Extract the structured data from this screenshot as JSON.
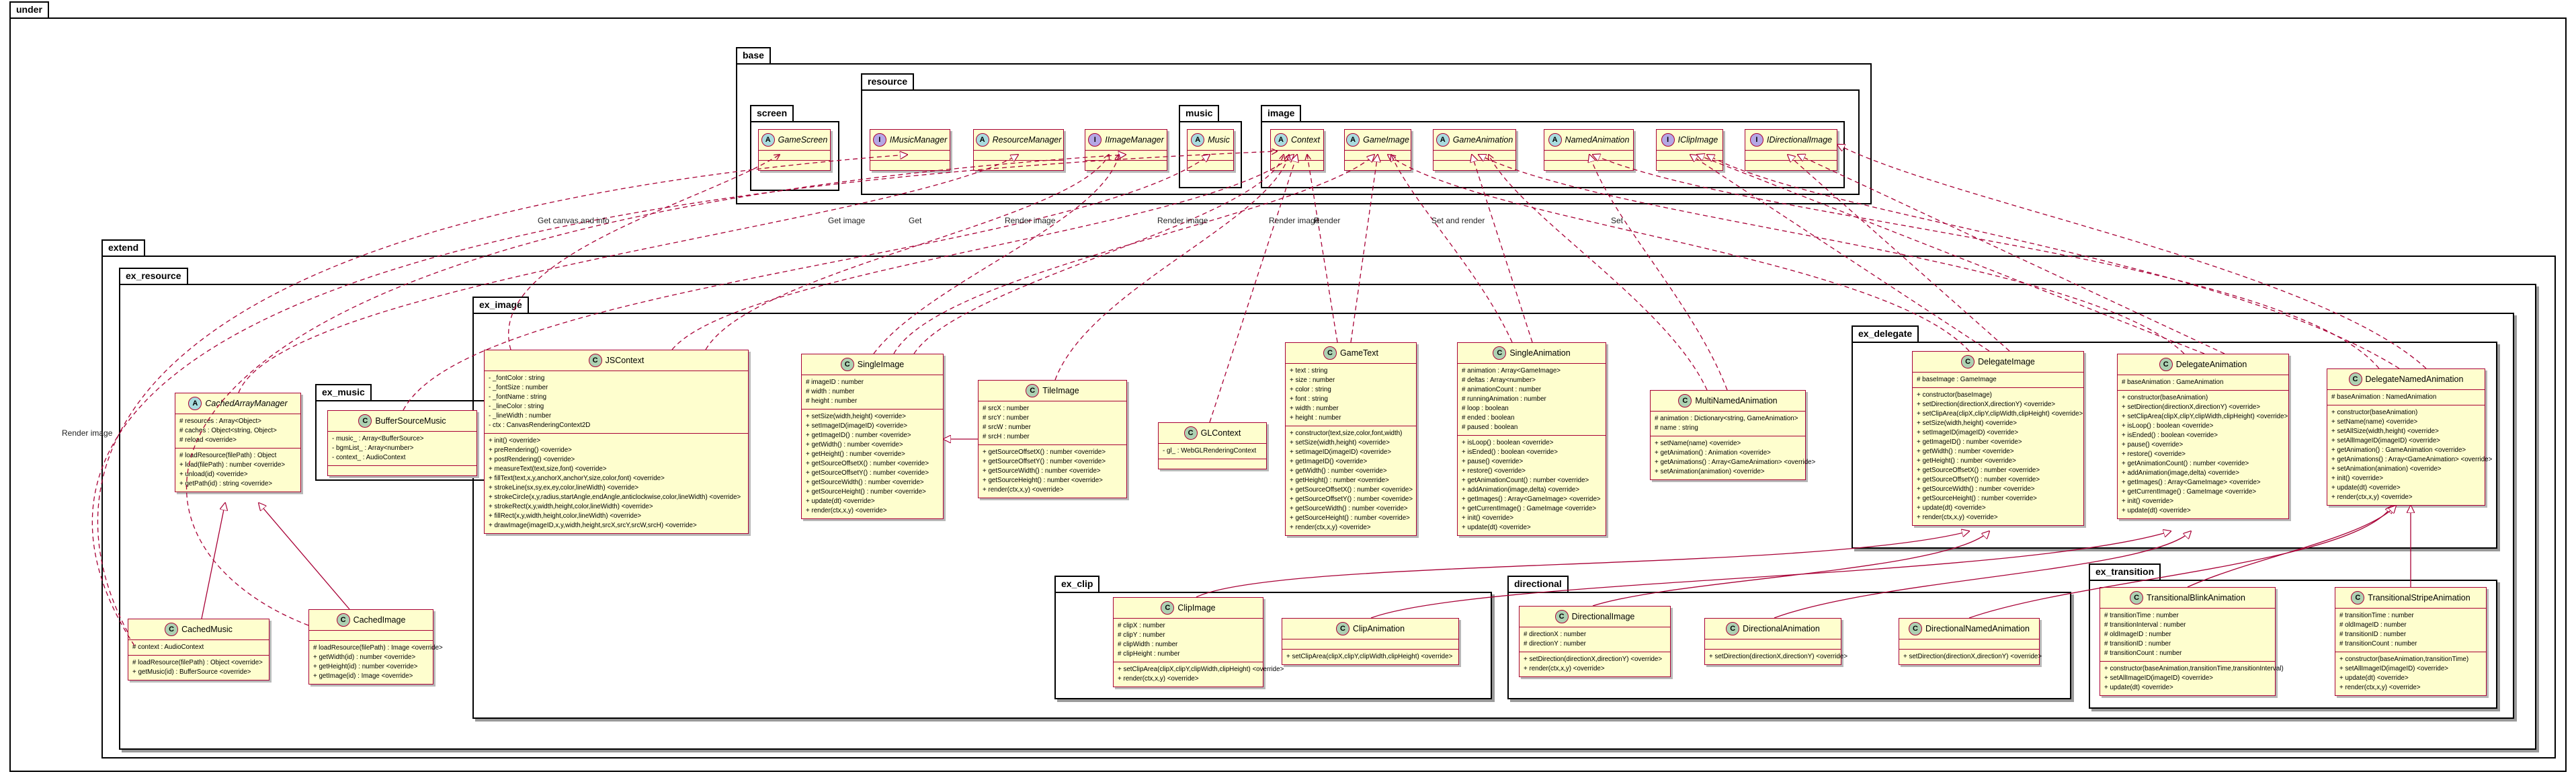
{
  "packages": {
    "under": "under",
    "base": "base",
    "screen": "screen",
    "resource": "resource",
    "music": "music",
    "image": "image",
    "extend": "extend",
    "ex_resource": "ex_resource",
    "ex_music": "ex_music",
    "ex_image": "ex_image",
    "ex_delegate": "ex_delegate",
    "ex_clip": "ex_clip",
    "directional": "directional",
    "ex_transition": "ex_transition"
  },
  "relation_labels": {
    "get_canvas": "Get canvas and info",
    "get_image": "Get image",
    "render_image_1": "Render image",
    "render_image_2": "Render image",
    "render_image_3": "Render image",
    "render": "Render",
    "set_and_render": "Set and render",
    "set": "Set",
    "get": "Get"
  },
  "classes": {
    "GameScreen": {
      "stereotype": "A",
      "name": "GameScreen",
      "italic": true
    },
    "IMusicManager": {
      "stereotype": "I",
      "name": "IMusicManager",
      "italic": true
    },
    "ResourceManager": {
      "stereotype": "A",
      "name": "ResourceManager",
      "italic": true
    },
    "IImageManager": {
      "stereotype": "I",
      "name": "IImageManager",
      "italic": true
    },
    "Music": {
      "stereotype": "A",
      "name": "Music",
      "italic": true
    },
    "Context": {
      "stereotype": "A",
      "name": "Context",
      "italic": true
    },
    "GameImage": {
      "stereotype": "A",
      "name": "GameImage",
      "italic": true
    },
    "GameAnimation": {
      "stereotype": "A",
      "name": "GameAnimation",
      "italic": true
    },
    "NamedAnimation": {
      "stereotype": "A",
      "name": "NamedAnimation",
      "italic": true
    },
    "IClipImage": {
      "stereotype": "I",
      "name": "IClipImage",
      "italic": true
    },
    "IDirectionalImage": {
      "stereotype": "I",
      "name": "IDirectionalImage",
      "italic": true
    },
    "CachedArrayManager": {
      "stereotype": "A",
      "name": "CachedArrayManager",
      "italic": true,
      "fields": [
        "# resources : Array<Object>",
        "# caches : Object<string, Object>",
        "# reload <override>"
      ],
      "methods": [
        "# loadResource(filePath) : Object",
        "+ load(filePath) : number <override>",
        "+ unload(id) <override>",
        "+ getPath(id) : string <override>"
      ]
    },
    "BufferSourceMusic": {
      "stereotype": "C",
      "name": "BufferSourceMusic",
      "italic": false,
      "fields": [
        "- music_ : Array<BufferSource>",
        "- bgmList_ : Array<number>",
        "- context_ : AudioContext"
      ],
      "methods": []
    },
    "CachedMusic": {
      "stereotype": "C",
      "name": "CachedMusic",
      "italic": false,
      "fields": [
        "# context : AudioContext"
      ],
      "methods": [
        "# loadResource(filePath) : Object <override>",
        "+ getMusic(id) : BufferSource <override>"
      ]
    },
    "CachedImage": {
      "stereotype": "C",
      "name": "CachedImage",
      "italic": false,
      "fields": [],
      "methods": [
        "# loadResource(filePath) : Image <override>",
        "+ getWidth(id) : number <override>",
        "+ getHeight(id) : number <override>",
        "+ getImage(id) : Image <override>"
      ]
    },
    "JSContext": {
      "stereotype": "C",
      "name": "JSContext",
      "italic": false,
      "fields": [
        "- _fontColor : string",
        "- _fontSize : number",
        "- _fontName : string",
        "- _lineColor : string",
        "- _lineWidth : number",
        "- ctx : CanvasRenderingContext2D"
      ],
      "methods": [
        "+ init() <override>",
        "+ preRendering() <override>",
        "+ postRendering() <override>",
        "+ measureText(text,size,font) <override>",
        "+ fillText(text,x,y,anchorX,anchorY,size,color,font) <override>",
        "+ strokeLine(sx,sy,ex,ey,color,lineWidth) <override>",
        "+ strokeCircle(x,y,radius,startAngle,endAngle,anticlockwise,color,lineWidth) <override>",
        "+ strokeRect(x,y,width,height,color,lineWidth) <override>",
        "+ fillRect(x,y,width,height,color,lineWidth) <override>",
        "+ drawImage(imageID,x,y,width,height,srcX,srcY,srcW,srcH) <override>"
      ]
    },
    "SingleImage": {
      "stereotype": "C",
      "name": "SingleImage",
      "italic": false,
      "fields": [
        "# imageID : number",
        "# width : number",
        "# height : number"
      ],
      "methods": [
        "+ setSize(width,height) <override>",
        "+ setImageID(imageID) <override>",
        "+ getImageID() : number <override>",
        "+ getWidth() : number <override>",
        "+ getHeight() : number <override>",
        "+ getSourceOffsetX() : number <override>",
        "+ getSourceOffsetY() : number <override>",
        "+ getSourceWidth() : number <override>",
        "+ getSourceHeight() : number <override>",
        "+ update(dt) <override>",
        "+ render(ctx,x,y) <override>"
      ]
    },
    "TileImage": {
      "stereotype": "C",
      "name": "TileImage",
      "italic": false,
      "fields": [
        "# srcX : number",
        "# srcY : number",
        "# srcW : number",
        "# srcH : number"
      ],
      "methods": [
        "+ getSourceOffsetX() : number <override>",
        "+ getSourceOffsetY() : number <override>",
        "+ getSourceWidth() : number <override>",
        "+ getSourceHeight() : number <override>",
        "+ render(ctx,x,y) <override>"
      ]
    },
    "GLContext": {
      "stereotype": "C",
      "name": "GLContext",
      "italic": false,
      "fields": [
        "- gl_ : WebGLRenderingContext"
      ],
      "methods": []
    },
    "GameText": {
      "stereotype": "C",
      "name": "GameText",
      "italic": false,
      "fields": [
        "+ text : string",
        "+ size : number",
        "+ color : string",
        "+ font : string",
        "+ width : number",
        "+ height : number"
      ],
      "methods": [
        "+ constructor(text,size,color,font,width)",
        "+ setSize(width,height) <override>",
        "+ setImageID(imageID) <override>",
        "+ getImageID() <override>",
        "+ getWidth() : number <override>",
        "+ getHeight() : number <override>",
        "+ getSourceOffsetX() : number <override>",
        "+ getSourceOffsetY() : number <override>",
        "+ getSourceWidth() : number <override>",
        "+ getSourceHeight() : number <override>",
        "+ render(ctx,x,y) <override>"
      ]
    },
    "SingleAnimation": {
      "stereotype": "C",
      "name": "SingleAnimation",
      "italic": false,
      "fields": [
        "# animation : Array<GameImage>",
        "# deltas : Array<number>",
        "# animationCount : number",
        "# runningAnimation : number",
        "# loop : boolean",
        "# ended : boolean",
        "# paused : boolean"
      ],
      "methods": [
        "+ isLoop() : boolean <override>",
        "+ isEnded() : boolean <override>",
        "+ pause() <override>",
        "+ restore() <override>",
        "+ getAnimationCount() : number <override>",
        "+ addAnimation(image,delta) <override>",
        "+ getImages() : Array<GameImage> <override>",
        "+ getCurrentImage() : GameImage <override>",
        "+ init() <override>",
        "+ update(dt) <override>"
      ]
    },
    "MultiNamedAnimation": {
      "stereotype": "C",
      "name": "MultiNamedAnimation",
      "italic": false,
      "fields": [
        "# animation : Dictionary<string, GameAnimation>",
        "# name : string"
      ],
      "methods": [
        "+ setName(name) <override>",
        "+ getAnimation() : Animation <override>",
        "+ getAnimations() : Array<GameAnimation> <override>",
        "+ setAnimation(animation) <override>"
      ]
    },
    "DelegateImage": {
      "stereotype": "C",
      "name": "DelegateImage",
      "italic": false,
      "fields": [
        "# baseImage : GameImage"
      ],
      "methods": [
        "+ constructor(baseImage)",
        "+ setDirection(directionX,directionY) <override>",
        "+ setClipArea(clipX,clipY,clipWidth,clipHeight) <override>",
        "+ setSize(width,height) <override>",
        "+ setImageID(imageID) <override>",
        "+ getImageID() : number <override>",
        "+ getWidth() : number <override>",
        "+ getHeight() : number <override>",
        "+ getSourceOffsetX() : number <override>",
        "+ getSourceOffsetY() : number <override>",
        "+ getSourceWidth() : number <override>",
        "+ getSourceHeight() : number <override>",
        "+ update(dt) <override>",
        "+ render(ctx,x,y) <override>"
      ]
    },
    "DelegateAnimation": {
      "stereotype": "C",
      "name": "DelegateAnimation",
      "italic": false,
      "fields": [
        "# baseAnimation : GameAnimation"
      ],
      "methods": [
        "+ constructor(baseAnimation)",
        "+ setDirection(directionX,directionY) <override>",
        "+ setClipArea(clipX,clipY,clipWidth,clipHeight) <override>",
        "+ isLoop() : boolean <override>",
        "+ isEnded() : boolean <override>",
        "+ pause() <override>",
        "+ restore() <override>",
        "+ getAnimationCount() : number <override>",
        "+ addAnimation(image,delta) <override>",
        "+ getImages() : Array<GameImage> <override>",
        "+ getCurrentImage() : GameImage <override>",
        "+ init() <override>",
        "+ update(dt) <override>"
      ]
    },
    "DelegateNamedAnimation": {
      "stereotype": "C",
      "name": "DelegateNamedAnimation",
      "italic": false,
      "fields": [
        "# baseAnimation : NamedAnimation"
      ],
      "methods": [
        "+ constructor(baseAnimation)",
        "+ setName(name) <override>",
        "+ setAllSize(width,height) <override>",
        "+ setAllImageID(imageID) <override>",
        "+ getAnimation() : GameAnimation <override>",
        "+ getAnimations() : Array<GameAnimation> <override>",
        "+ setAnimation(animation) <override>",
        "+ init() <override>",
        "+ update(dt) <override>",
        "+ render(ctx,x,y) <override>"
      ]
    },
    "ClipImage": {
      "stereotype": "C",
      "name": "ClipImage",
      "italic": false,
      "fields": [
        "# clipX : number",
        "# clipY : number",
        "# clipWidth : number",
        "# clipHeight : number"
      ],
      "methods": [
        "+ setClipArea(clipX,clipY,clipWidth,clipHeight) <override>",
        "+ render(ctx,x,y) <override>"
      ]
    },
    "ClipAnimation": {
      "stereotype": "C",
      "name": "ClipAnimation",
      "italic": false,
      "fields": [],
      "methods": [
        "+ setClipArea(clipX,clipY,clipWidth,clipHeight) <override>"
      ]
    },
    "DirectionalImage": {
      "stereotype": "C",
      "name": "DirectionalImage",
      "italic": false,
      "fields": [
        "# directionX : number",
        "# directionY : number"
      ],
      "methods": [
        "+ setDirection(directionX,directionY) <override>",
        "+ render(ctx,x,y) <override>"
      ]
    },
    "DirectionalAnimation": {
      "stereotype": "C",
      "name": "DirectionalAnimation",
      "italic": false,
      "fields": [],
      "methods": [
        "+ setDirection(directionX,directionY) <override>"
      ]
    },
    "DirectionalNamedAnimation": {
      "stereotype": "C",
      "name": "DirectionalNamedAnimation",
      "italic": false,
      "fields": [],
      "methods": [
        "+ setDirection(directionX,directionY) <override>"
      ]
    },
    "TransitionalBlinkAnimation": {
      "stereotype": "C",
      "name": "TransitionalBlinkAnimation",
      "italic": false,
      "fields": [
        "# transitionTime : number",
        "# transitionInterval : number",
        "# oldImageID : number",
        "# transitionID : number",
        "# transitionCount : number"
      ],
      "methods": [
        "+ constructor(baseAnimation,transitionTime,transitionInterval)",
        "+ setAllImageID(imageID) <override>",
        "+ update(dt) <override>"
      ]
    },
    "TransitionalStripeAnimation": {
      "stereotype": "C",
      "name": "TransitionalStripeAnimation",
      "italic": false,
      "fields": [
        "# transitionTime : number",
        "# oldImageID : number",
        "# transitionID : number",
        "# transitionCount : number"
      ],
      "methods": [
        "+ constructor(baseAnimation,transitionTime)",
        "+ setAllImageID(imageID) <override>",
        "+ update(dt) <override>",
        "+ render(ctx,x,y) <override>"
      ]
    }
  }
}
